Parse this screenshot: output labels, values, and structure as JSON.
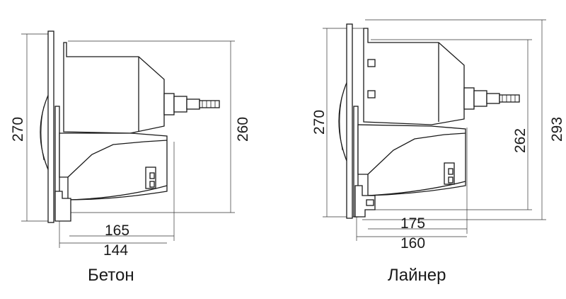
{
  "diagrams": [
    {
      "caption": "Бетон",
      "dimensions": {
        "height_outer": "270",
        "height_inner": "260",
        "depth_top": "165",
        "depth_bottom": "144"
      }
    },
    {
      "caption": "Лайнер",
      "dimensions": {
        "height_outer": "270",
        "height_inner": "262",
        "height_total": "293",
        "depth_top": "175",
        "depth_bottom": "160"
      }
    }
  ]
}
